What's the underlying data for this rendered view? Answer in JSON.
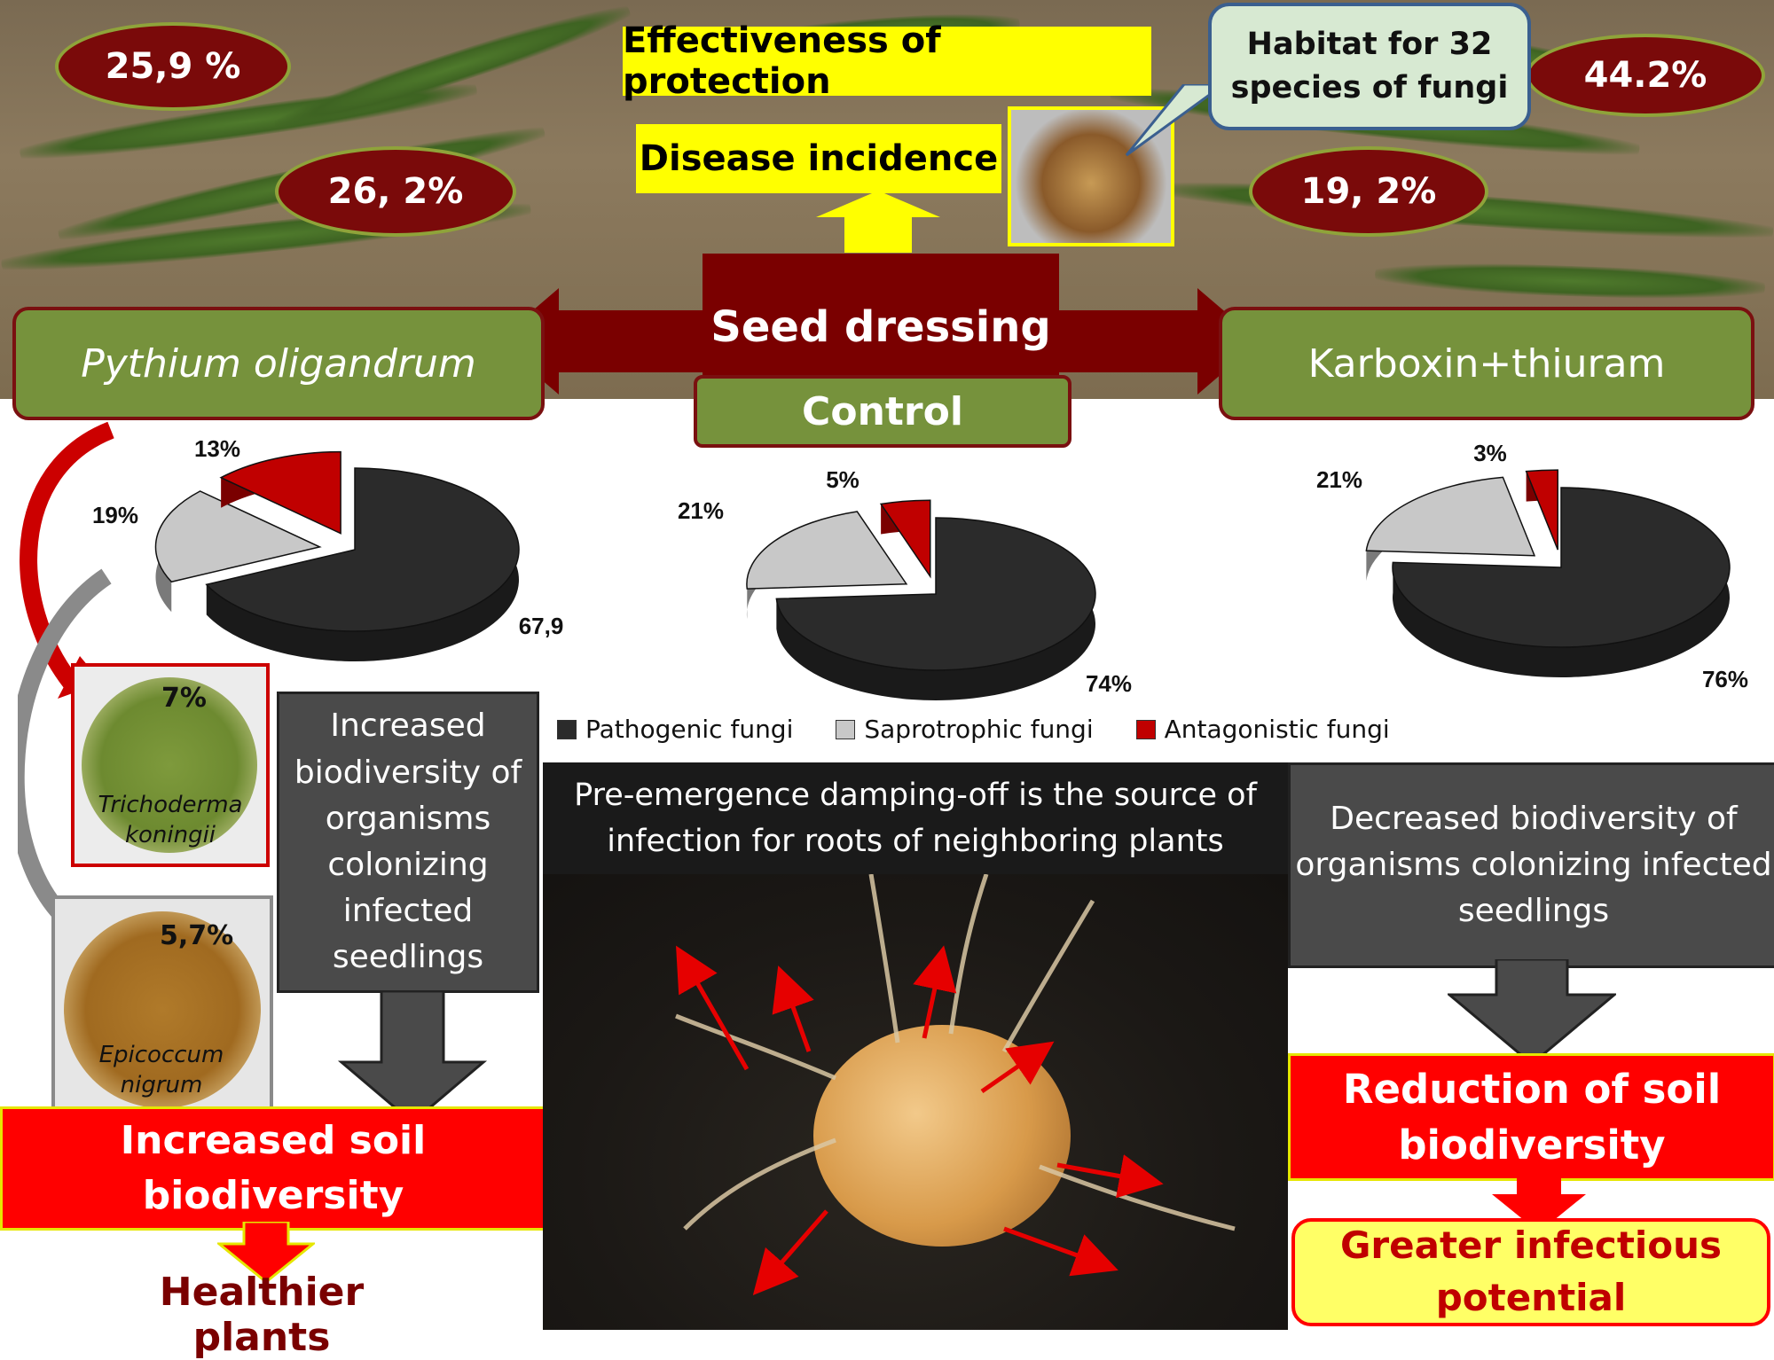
{
  "top": {
    "effectiveness_label": "Effectiveness of protection",
    "disease_label": "Disease incidence",
    "habitat_callout": "Habitat for 32 species of fungi",
    "ellipse_tl": "25,9 %",
    "ellipse_ml": "26, 2%",
    "ellipse_tr": "44.2%",
    "ellipse_mr": "19, 2%",
    "seed_dressing": "Seed dressing",
    "left_treatment": "Pythium oligandrum",
    "control": "Control",
    "right_treatment": "Karboxin+thiuram"
  },
  "colors": {
    "pathogenic": "#2b2b2b",
    "saprotrophic": "#c8c8c8",
    "antagonistic": "#c00000",
    "accent_green": "#76923c",
    "dark_red": "#7a0000",
    "bright_red": "#ff0000",
    "yellow": "#ffff00"
  },
  "chart_data": [
    {
      "type": "pie",
      "name_ref": "Pythium oligandrum",
      "categories": [
        "Pathogenic fungi",
        "Saprotrophic fungi",
        "Antagonistic fungi"
      ],
      "values": [
        67.9,
        19,
        13
      ],
      "labels": [
        "67,9",
        "19%",
        "13%"
      ]
    },
    {
      "type": "pie",
      "name_ref": "Control",
      "categories": [
        "Pathogenic fungi",
        "Saprotrophic fungi",
        "Antagonistic fungi"
      ],
      "values": [
        74,
        21,
        5
      ],
      "labels": [
        "74%",
        "21%",
        "5%"
      ]
    },
    {
      "type": "pie",
      "name_ref": "Karboxin+thiuram",
      "categories": [
        "Pathogenic fungi",
        "Saprotrophic fungi",
        "Antagonistic fungi"
      ],
      "values": [
        76,
        21,
        3
      ],
      "labels": [
        "76%",
        "21%",
        "3%"
      ]
    }
  ],
  "legend": {
    "pathogenic": "Pathogenic fungi",
    "saprotrophic": "Saprotrophic fungi",
    "antagonistic": "Antagonistic fungi"
  },
  "left_column": {
    "trichoderma_pct": "7%",
    "trichoderma_name": "Trichoderma koningii",
    "epicoccum_pct": "5,7%",
    "epicoccum_name": "Epicoccum nigrum",
    "increased_biodiversity": "Increased biodiversity of organisms colonizing infected seedlings",
    "increased_soil": "Increased soil biodiversity",
    "healthier": "Healthier plants"
  },
  "center": {
    "banner": "Pre-emergence damping-off is the source of infection for roots of neighboring plants"
  },
  "right_column": {
    "decreased_biodiversity": "Decreased biodiversity of organisms colonizing infected seedlings",
    "reduction": "Reduction of  soil biodiversity",
    "greater": "Greater infectious potential"
  }
}
